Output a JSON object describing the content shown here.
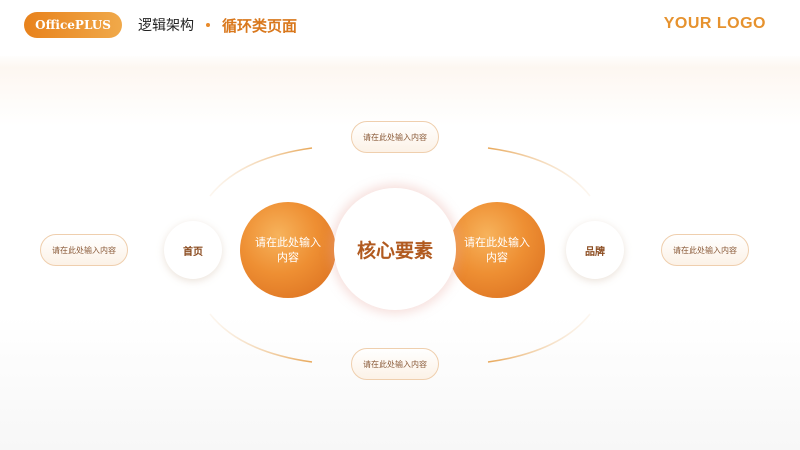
{
  "header": {
    "brand": "OfficePLUS",
    "breadcrumb_parent": "逻辑架构",
    "breadcrumb_current": "循环类页面",
    "logo": "YOUR LOGO"
  },
  "diagram": {
    "center": "核心要素",
    "left_inner": "请在此处输入内容",
    "right_inner": "请在此处输入内容",
    "left_node": "首页",
    "right_node": "品牌",
    "top_pill": "请在此处输入内容",
    "bottom_pill": "请在此处输入内容",
    "left_pill": "请在此处输入内容",
    "right_pill": "请在此处输入内容"
  },
  "colors": {
    "accent": "#e8821c",
    "accent_dark": "#b15a1f",
    "pill_border": "#efcfae"
  }
}
